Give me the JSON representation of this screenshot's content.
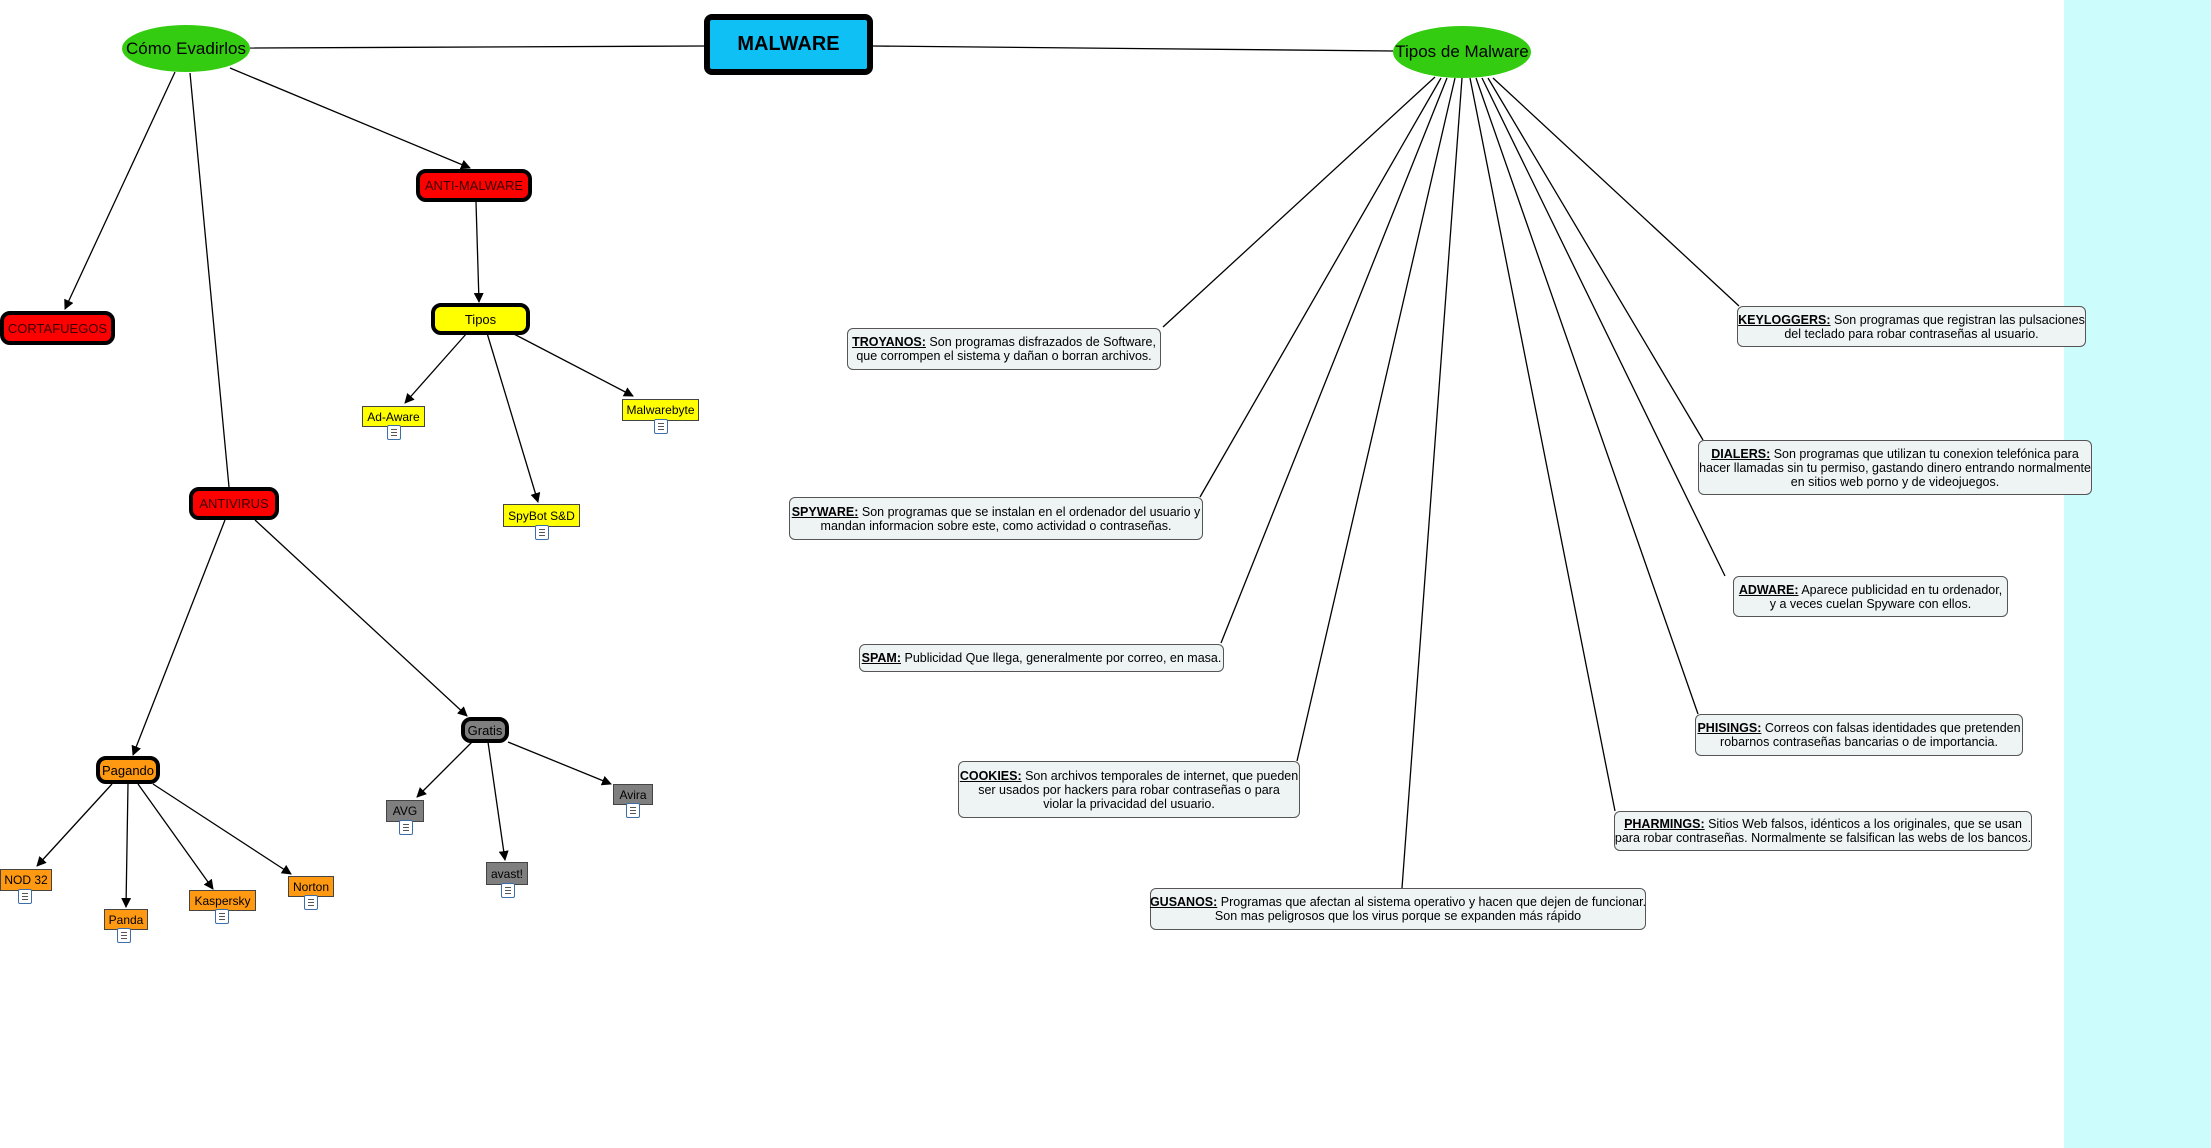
{
  "diagram": {
    "main": "MALWARE",
    "avoid": {
      "title": "Cómo Evadirlos",
      "firewall": "CORTAFUEGOS",
      "antimalware": {
        "label": "ANTI-MALWARE",
        "tipos": "Tipos",
        "items": [
          "Ad-Aware",
          "Malwarebyte",
          "SpyBot S&D"
        ]
      },
      "antivirus": {
        "label": "ANTIVIRUS",
        "paid": {
          "label": "Pagando",
          "items": [
            "NOD 32",
            "Panda",
            "Kaspersky",
            "Norton"
          ]
        },
        "free": {
          "label": "Gratis",
          "items": [
            "AVG",
            "avast!",
            "Avira"
          ]
        }
      }
    },
    "types": {
      "title": "Tipos de Malware",
      "troyanos": {
        "term": "TROYANOS:",
        "line1": " Son programas disfrazados de Software,",
        "line2": "que corrompen el sistema y dañan o borran archivos."
      },
      "spyware": {
        "term": "SPYWARE:",
        "line1": " Son programas que se instalan en el ordenador del usuario y",
        "line2": "mandan informacion sobre este, como actividad o contraseñas."
      },
      "spam": {
        "term": "SPAM:",
        "line1": " Publicidad Que llega, generalmente por correo, en masa."
      },
      "cookies": {
        "term": "COOKIES:",
        "line1": " Son archivos temporales de internet, que pueden",
        "line2": "ser usados por hackers para robar contraseñas o para",
        "line3": "violar la privacidad del usuario."
      },
      "gusanos": {
        "term": "GUSANOS:",
        "line1": " Programas que afectan al sistema operativo y hacen que dejen de funcionar.",
        "line2": "Son mas peligrosos que los virus porque se expanden más rápido"
      },
      "keyloggers": {
        "term": "KEYLOGGERS:",
        "line1": " Son programas que registran las pulsaciones",
        "line2": "del teclado para robar contraseñas al usuario."
      },
      "dialers": {
        "term": "DIALERS:",
        "line1": " Son programas que utilizan tu conexion telefónica para",
        "line2": "hacer llamadas sin tu permiso, gastando dinero entrando normalmente",
        "line3": "en sitios web porno y de videojuegos."
      },
      "adware": {
        "term": "ADWARE:",
        "line1": " Aparece publicidad en tu ordenador,",
        "line2": "y a veces cuelan Spyware con ellos."
      },
      "phisings": {
        "term": "PHISINGS:",
        "line1": " Correos con falsas identidades que pretenden",
        "line2": "robarnos contraseñas bancarias o de importancia."
      },
      "pharmings": {
        "term": "PHARMINGS:",
        "line1": " Sitios Web falsos, idénticos a los originales, que se usan",
        "line2": "para robar contraseñas. Normalmente se falsifican las webs de los bancos."
      }
    }
  },
  "colors": {
    "ellipse": "#33cc11",
    "main": "#0fc0f5",
    "red": "#ff0000",
    "yellow": "#ffff00",
    "orange": "#ff9911",
    "gray": "#7f7f7f",
    "panel": "#ccfcfc"
  }
}
